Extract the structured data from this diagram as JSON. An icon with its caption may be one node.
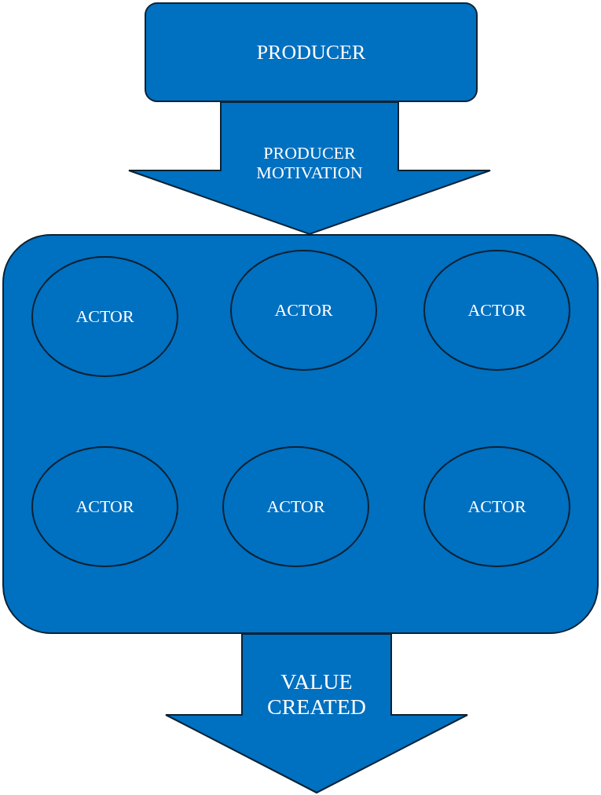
{
  "diagram": {
    "nodes": [
      {
        "text": [
          "PRODUCER"
        ]
      },
      {
        "text": [],
        "shape": "box"
      },
      {
        "text": [
          "ACTOR"
        ],
        "in": 1
      },
      {
        "text": [
          "ACTOR"
        ],
        "in": 1
      },
      {
        "text": [
          "ACTOR"
        ],
        "in": 1
      },
      {
        "text": [
          "ACTOR"
        ],
        "in": 1
      },
      {
        "text": [
          "ACTOR"
        ],
        "in": 1
      },
      {
        "text": [
          "ACTOR"
        ],
        "in": 1
      }
    ],
    "edges": [
      {
        "from": 0,
        "to": 1,
        "arrow": "to",
        "style": "thick",
        "label": "PRODUCER MOTIVATION"
      },
      {
        "from": 1,
        "to": null,
        "arrow": "to",
        "style": "thick",
        "label": "VALUE CREATED"
      }
    ]
  }
}
